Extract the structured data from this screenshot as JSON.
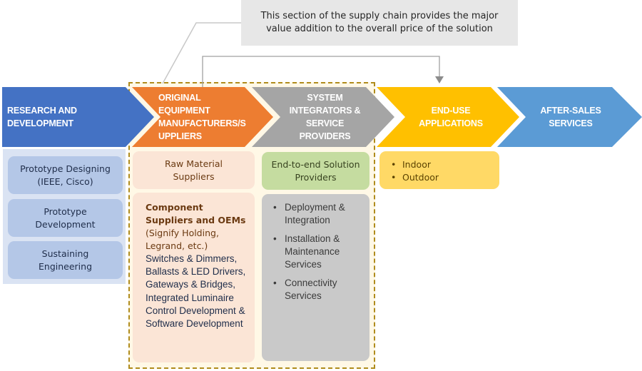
{
  "callout": {
    "text": "This section of the supply chain provides the major value addition to the overall price of the solution"
  },
  "colors": {
    "research": "#4472c4",
    "oem": "#ed7d31",
    "system_integrators": "#a5a5a5",
    "end_use": "#ffc000",
    "after_sales": "#5b9bd5",
    "highlight_border": "#b08c1c"
  },
  "stages": [
    {
      "id": "research",
      "label": "RESEARCH AND DEVELOPMENT"
    },
    {
      "id": "oem",
      "label": "ORIGINAL EQUIPMENT MANUFACTURERS/S UPPLIERS"
    },
    {
      "id": "system_integrators",
      "label": "SYSTEM INTEGRATORS & SERVICE PROVIDERS"
    },
    {
      "id": "end_use",
      "label": "END-USE APPLICATIONS"
    },
    {
      "id": "after_sales",
      "label": "AFTER-SALES SERVICES"
    }
  ],
  "research": {
    "items": [
      "Prototype Designing (IEEE, Cisco)",
      "Prototype Development",
      "Sustaining Engineering"
    ]
  },
  "oem": {
    "raw_material": "Raw Material Suppliers",
    "component_title": "Component Suppliers and OEMs",
    "component_examples": "(Signify Holding, Legrand, etc.)",
    "component_detail": "Switches & Dimmers, Ballasts & LED Drivers, Gateways & Bridges, Integrated Luminaire Control Development & Software Development"
  },
  "system_integrators": {
    "solution_providers": "End-to-end Solution Providers",
    "services": [
      "Deployment & Integration",
      "Installation & Maintenance Services",
      "Connectivity Services"
    ]
  },
  "end_use": {
    "applications": [
      "Indoor",
      "Outdoor"
    ]
  }
}
